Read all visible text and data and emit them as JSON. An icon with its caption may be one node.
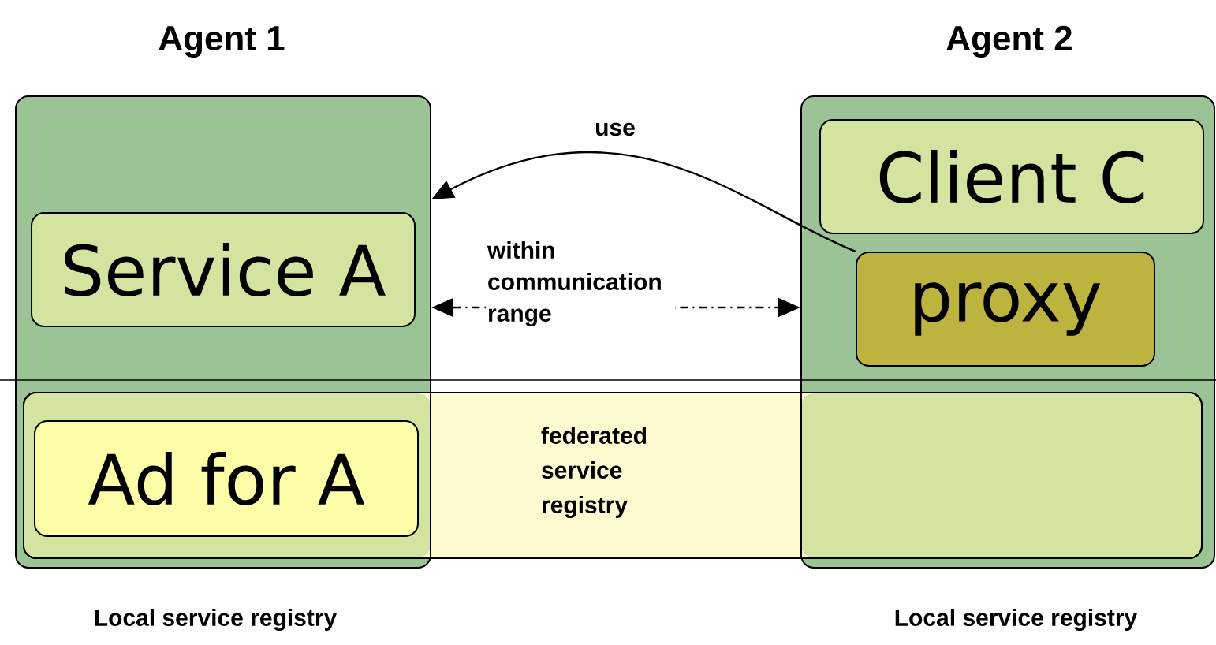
{
  "diagram": {
    "nodes": [
      {
        "text": [
          "Agent 1"
        ],
        "beside": [
          "Local service registry"
        ]
      },
      {
        "text": [
          "Agent 2"
        ],
        "beside": [
          "Local service registry"
        ]
      },
      {
        "text": [
          "Service A"
        ],
        "in": 0
      },
      {
        "text": [
          "Client C"
        ],
        "in": 1
      },
      {
        "text": [
          "proxy"
        ],
        "in": 1
      },
      {
        "text": [
          "federated service registry"
        ]
      },
      {
        "text": [
          "Ad for A"
        ]
      }
    ],
    "edges": [
      {
        "from": 4,
        "to": 2,
        "arrow": "to",
        "label": "use"
      },
      {
        "from": 0,
        "to": 1,
        "arrow": "both",
        "label": "within communication range",
        "style": "dashed"
      }
    ]
  }
}
